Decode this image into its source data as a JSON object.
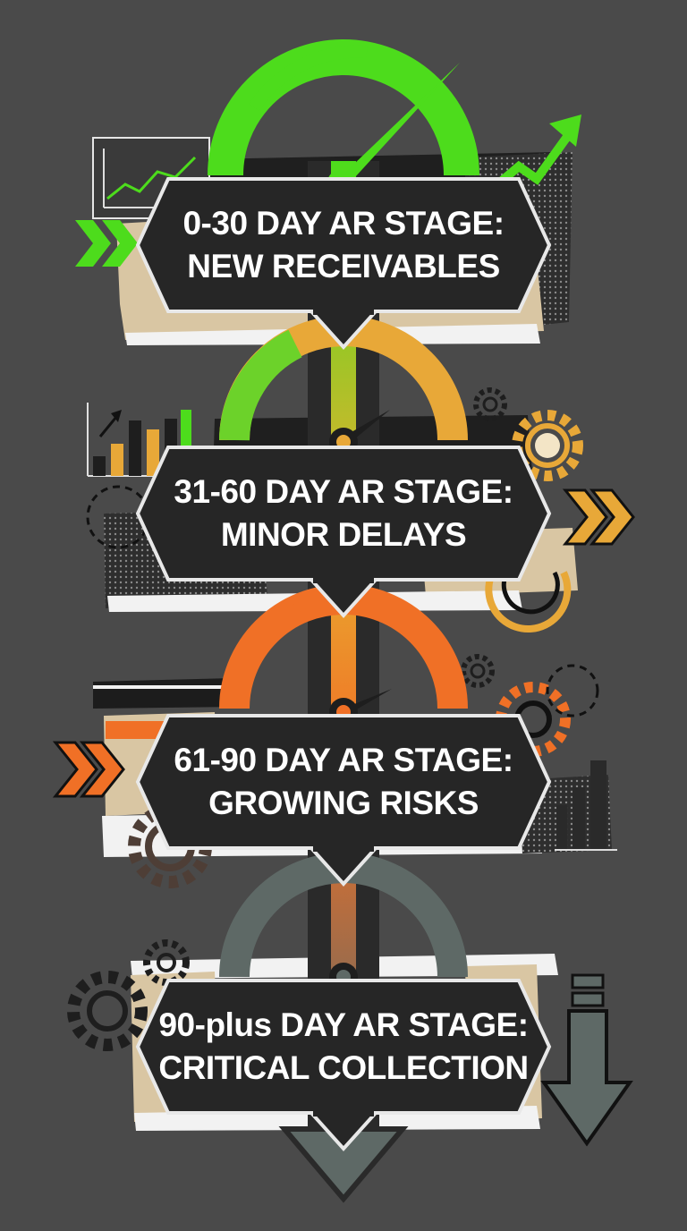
{
  "stages": [
    {
      "line1": "0-30 DAY AR STAGE:",
      "line2": "NEW RECEIVABLES",
      "color": "#4ddc1c"
    },
    {
      "line1": "31-60 DAY AR STAGE:",
      "line2": "MINOR DELAYS",
      "color": "#e8a838"
    },
    {
      "line1": "61-90 DAY AR STAGE:",
      "line2": "GROWING RISKS",
      "color": "#f07026"
    },
    {
      "line1": "90-plus DAY AR STAGE:",
      "line2": "CRITICAL COLLECTION",
      "color": "#5e6966"
    }
  ],
  "colors": {
    "background": "#4a4a4a",
    "box_fill": "#262626",
    "box_border": "#e8e8e8",
    "paper": "#d9c6a3",
    "green": "#4ddc1c",
    "yellow": "#e8a838",
    "orange": "#f07026",
    "slate": "#5e6966"
  }
}
